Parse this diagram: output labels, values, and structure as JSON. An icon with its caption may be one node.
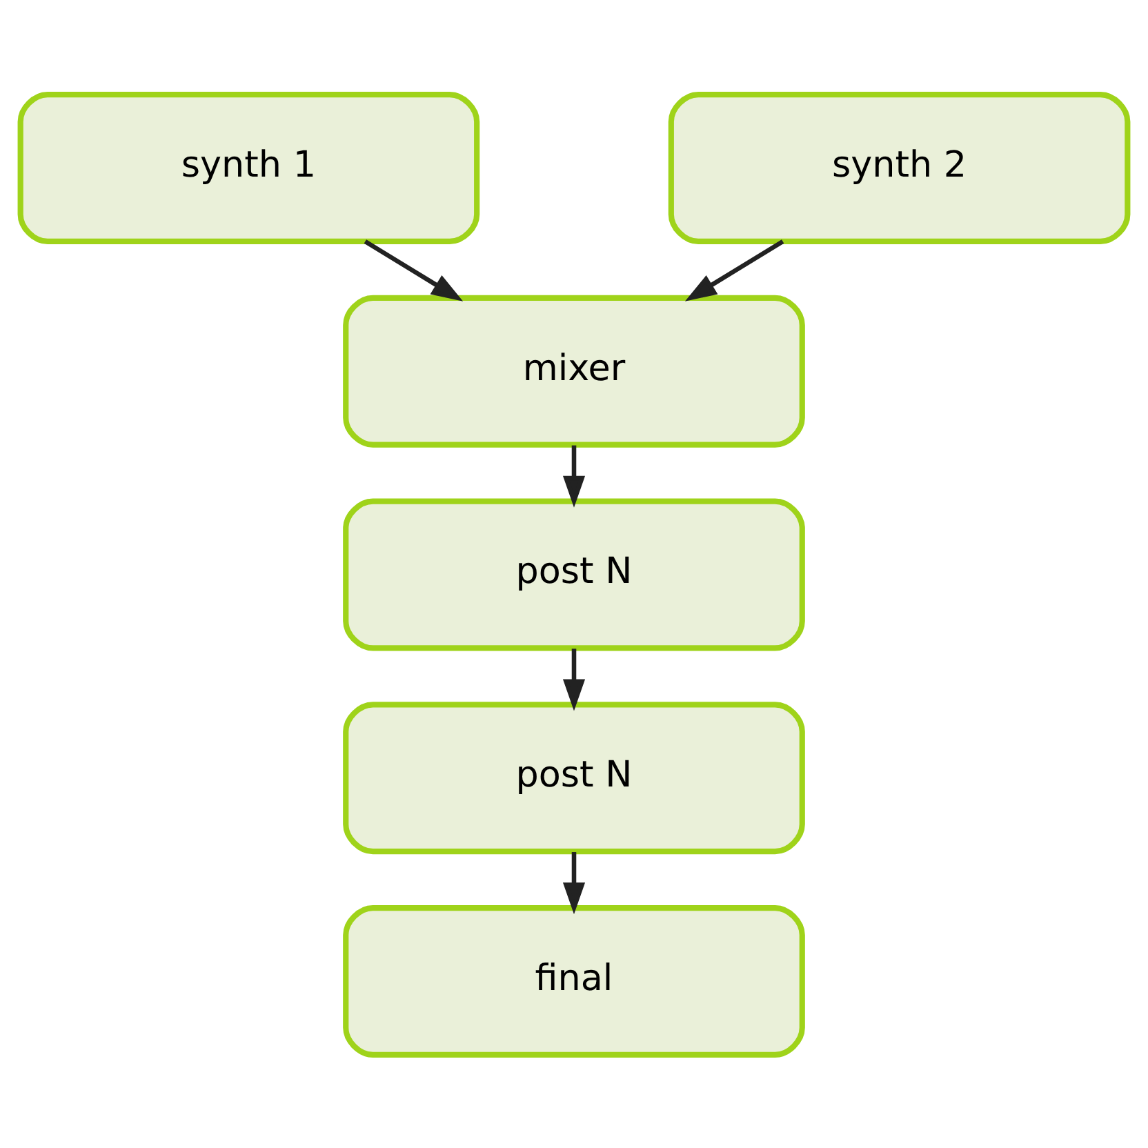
{
  "diagram": {
    "nodes": [
      {
        "text": [
          "synth 1"
        ]
      },
      {
        "text": [
          "synth 2"
        ]
      },
      {
        "text": [
          "mixer"
        ]
      },
      {
        "text": [
          "post N"
        ]
      },
      {
        "text": [
          "post N"
        ]
      },
      {
        "text": [
          "final"
        ]
      }
    ],
    "edges": [
      {
        "from": 0,
        "to": 2,
        "arrow": "to"
      },
      {
        "from": 1,
        "to": 2,
        "arrow": "to"
      },
      {
        "from": 2,
        "to": 3,
        "arrow": "to"
      },
      {
        "from": 3,
        "to": 4,
        "arrow": "to"
      },
      {
        "from": 4,
        "to": 5,
        "arrow": "to"
      }
    ]
  }
}
